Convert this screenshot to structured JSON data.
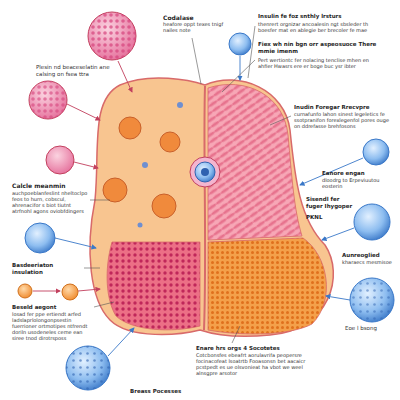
{
  "diagram": {
    "labels": [
      "Codalase",
      "heafore oppt texes tnigf nailes note",
      "Plesin nd beaceselatin ane calsing on fsea ttra",
      "Insulin fe foz snthly lrsturs",
      "thenrert orgnizar ancoalesin ngt sbsleder th boesfer mat en ablegie ber brecoler fe mae",
      "Fiex wh nin bgn orr aspeosuoce There mmie imenm",
      "Pert wertiontc fer nolacing tenclise mhen en ahfier Hwasrs ere er boge buc ysr ibter",
      "Inudin Foregar Rrecvpre",
      "curnafunfo lahon sinest legeletics fe ssotpranifon forexlegenfol pores ouge on ddrefasse brehfosons",
      "Calcle meanmin",
      "auchpoeblanfeslint nheltoclpo feos to hurn, cobscul, ahrenacifor s biot tiutnt atrfnohl agons oviobfdingers",
      "Eanore engan",
      "dloodrg to Erpeviuutou eosterin",
      "Sisendl fer fuger Ihygoper",
      "PKNL",
      "Aunreoglied",
      "kharaecs mesmisoe",
      "Eoe l bsong",
      "Basdeeriaton insulation",
      "Beseld aegont",
      "losad fer ppe ertiendt arfed ladslaprlolongonpsestin fuerrioner ortmotipes ntfrendt doriln usodeneles ceme ean siree tnod dirotrsposs",
      "Enare hrs orgs 4 Socotetes",
      "Cotcbonsfes ebeafrt aorulavrifa peopersre focinacofeat lsoatrtb Fooasonsn bet aacaicr pcstpedt es ue olsvonieat ha vbot we weel alnsgpre arsotor",
      "Breass Pocesses"
    ]
  }
}
